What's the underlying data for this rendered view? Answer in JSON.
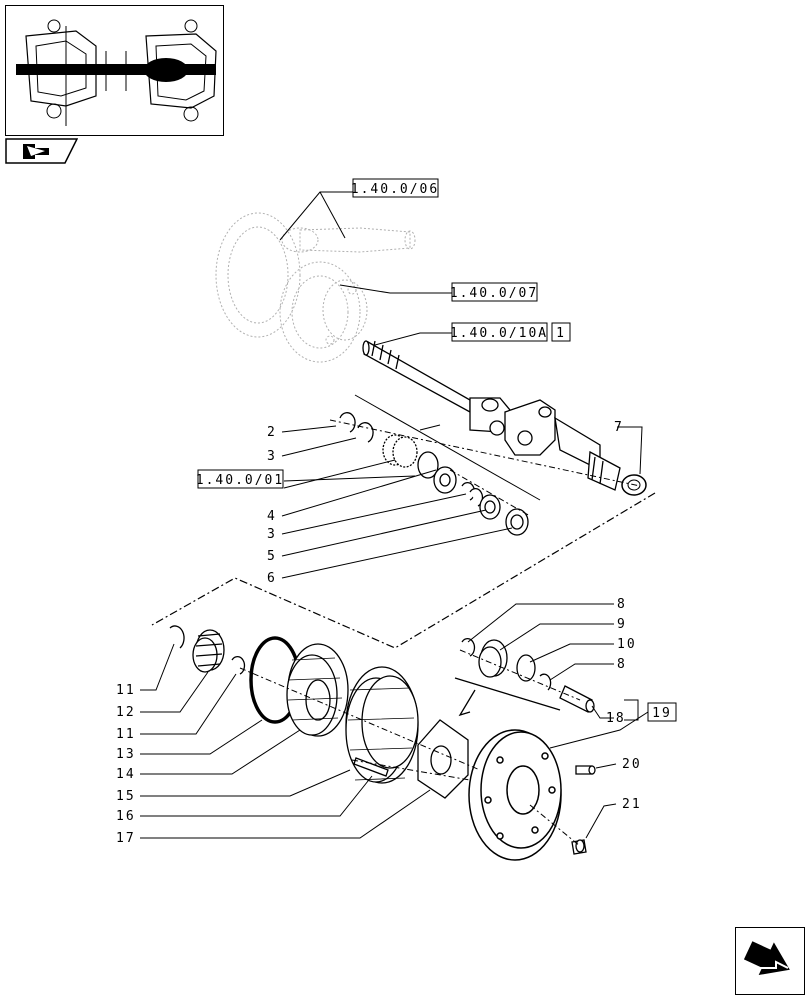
{
  "references": {
    "ref_06": "1.40.0/06",
    "ref_07": "1.40.0/07",
    "ref_10a": "1.40.0/10A",
    "ref_10a_qty": "1",
    "ref_01": "1.40.0/01",
    "ref_19": "19"
  },
  "callouts": {
    "c2": "2",
    "c3a": "3",
    "c4": "4",
    "c3b": "3",
    "c5": "5",
    "c6": "6",
    "c7": "7",
    "c8a": "8",
    "c9": "9",
    "c10": "10",
    "c8b": "8",
    "c18": "18",
    "c20": "20",
    "c21": "21",
    "c11a": "11",
    "c12": "12",
    "c11b": "11",
    "c13": "13",
    "c14": "14",
    "c15": "15",
    "c16": "16",
    "c17": "17"
  },
  "icons": {
    "thumbnail": "axle-assembly-thumbnail",
    "prev": "arrow-back-icon",
    "next": "arrow-next-icon"
  },
  "colors": {
    "line": "#000000",
    "ghost": "#b0b0b0"
  }
}
